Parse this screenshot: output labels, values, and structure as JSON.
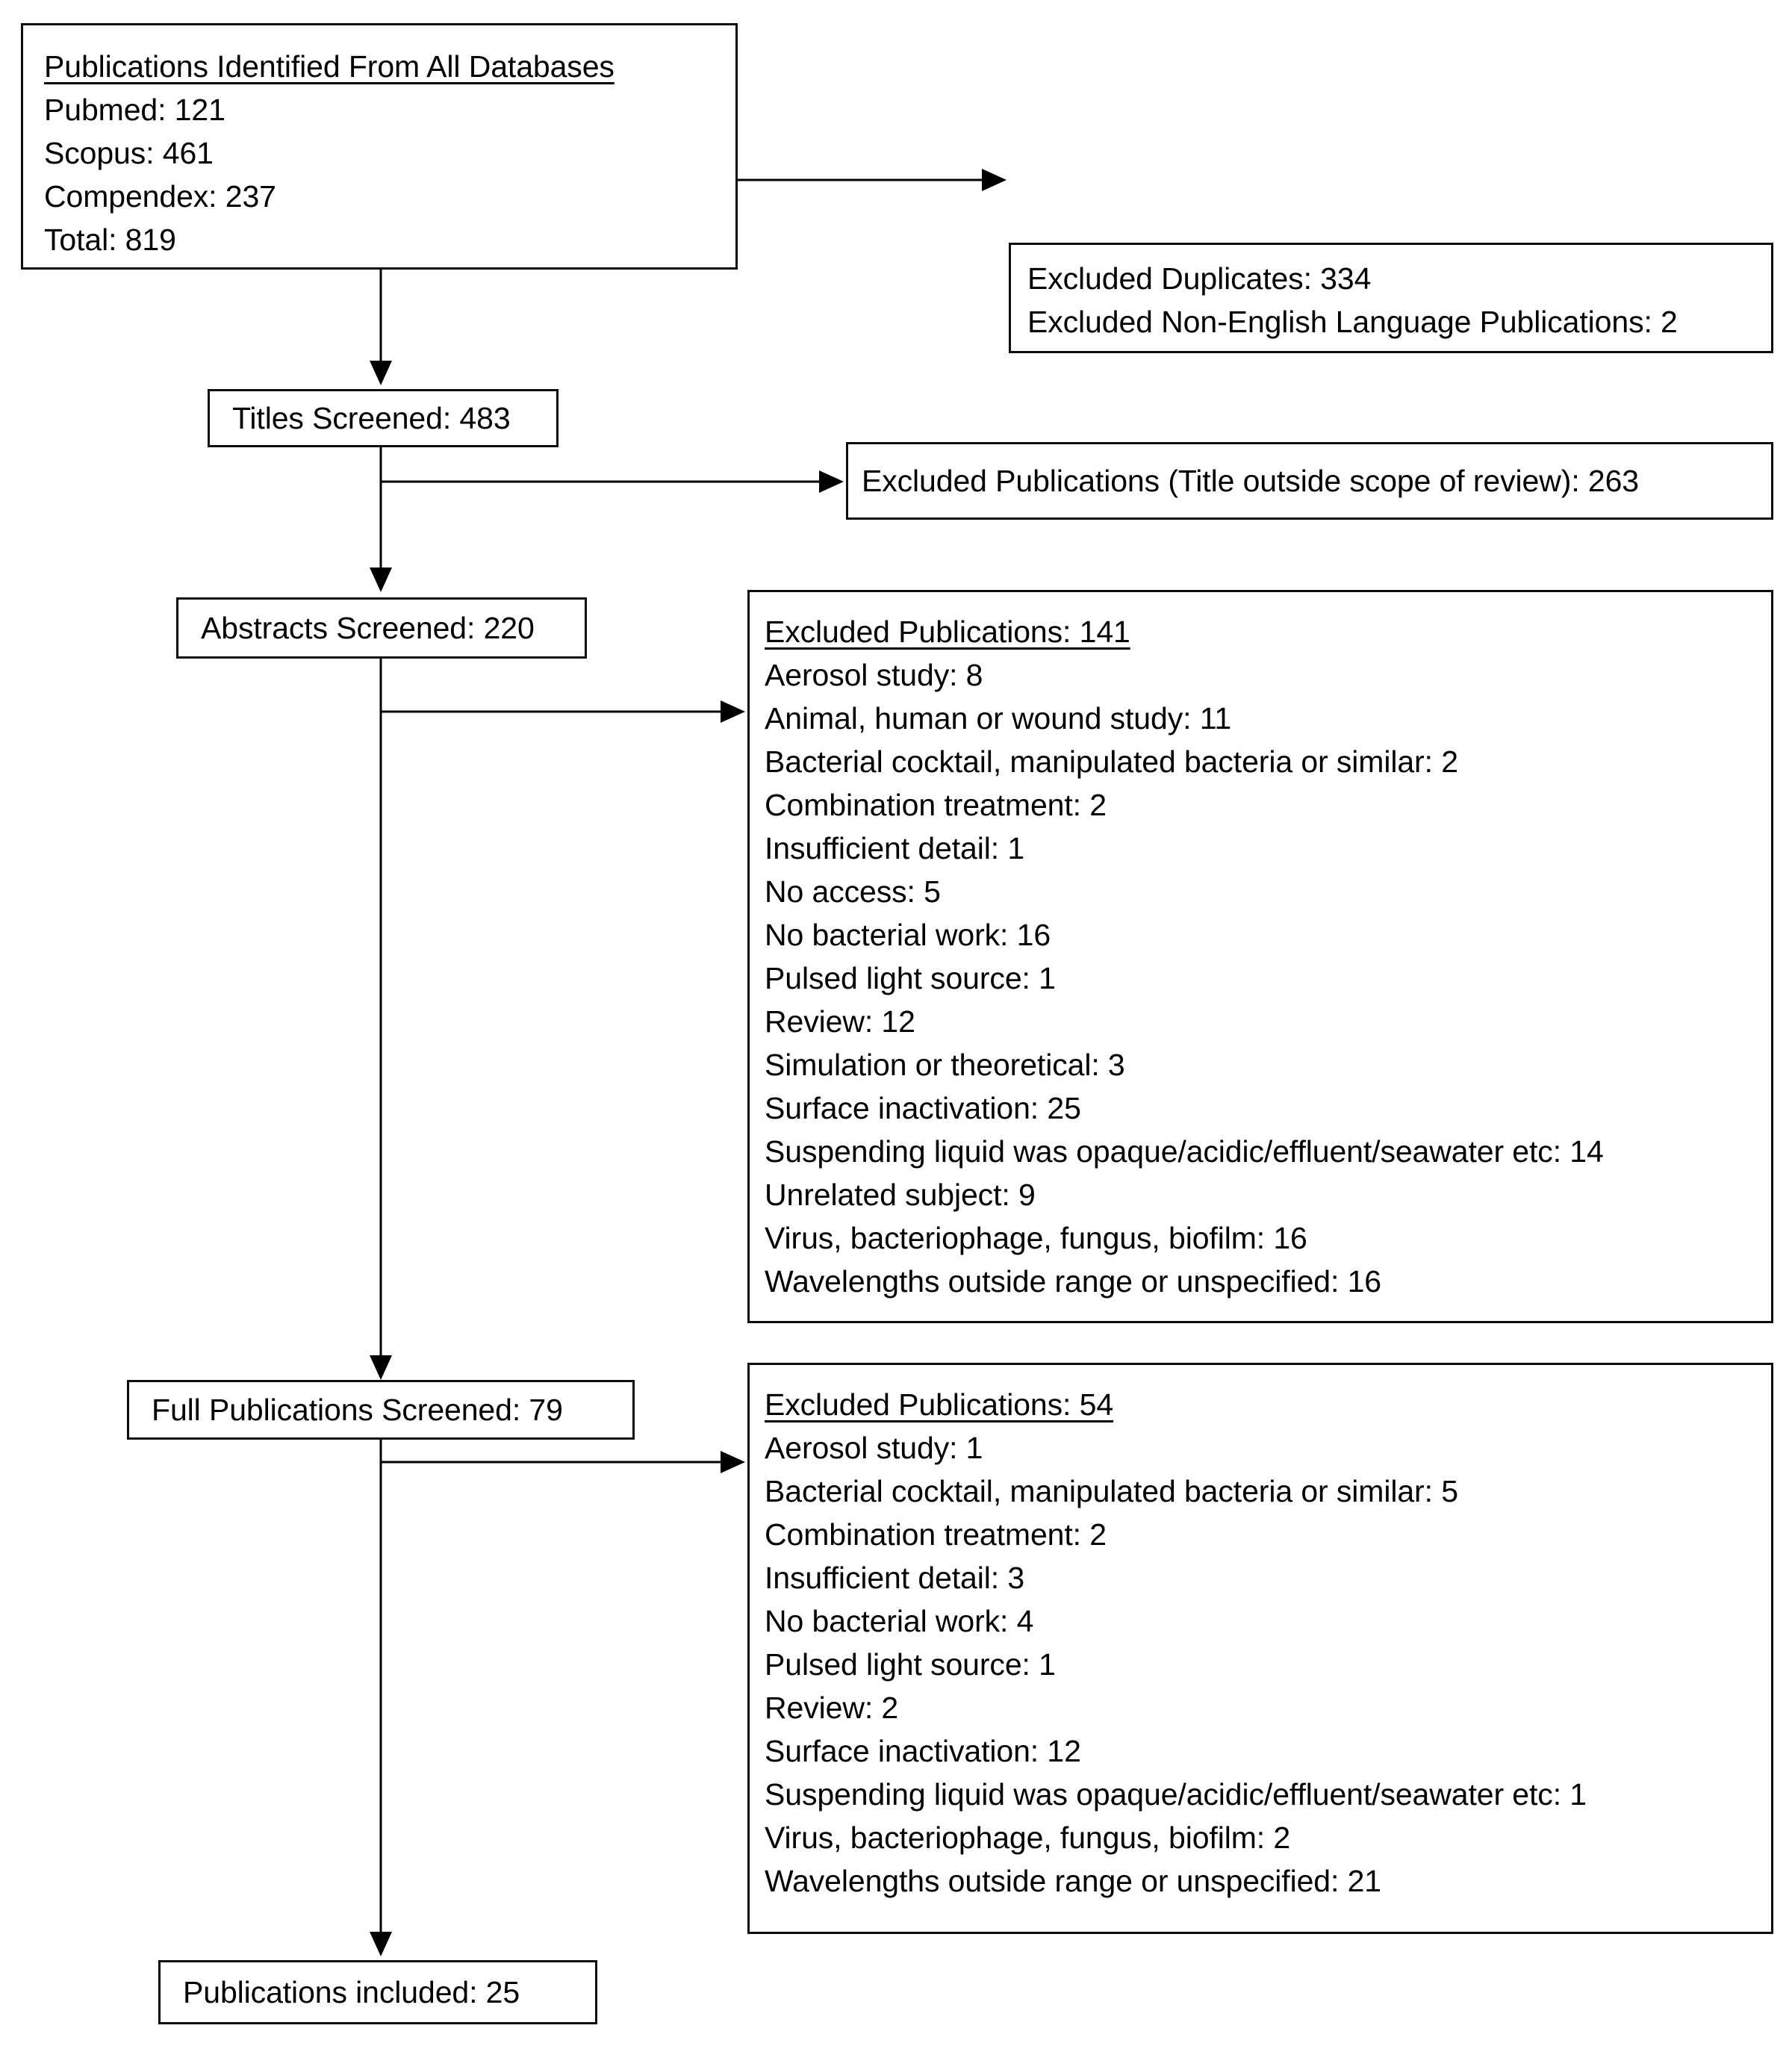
{
  "diagram": {
    "type": "prisma-flow-diagram",
    "nodes": {
      "identification": {
        "heading": "Publications Identified From All Databases",
        "lines": [
          "Pubmed: 121",
          "Scopus: 461",
          "Compendex: 237",
          "Total: 819"
        ]
      },
      "excluded_duplicates": {
        "lines": [
          "Excluded Duplicates: 334",
          "Excluded Non-English Language Publications: 2"
        ]
      },
      "titles_screened": {
        "label": "Titles Screened: 483"
      },
      "excluded_titles": {
        "label": "Excluded Publications (Title outside scope of review): 263"
      },
      "abstracts_screened": {
        "label": "Abstracts Screened: 220"
      },
      "excluded_abstracts": {
        "heading": "Excluded Publications: 141",
        "reasons": [
          "Aerosol study: 8",
          "Animal, human or wound study: 11",
          "Bacterial cocktail, manipulated bacteria or similar: 2",
          "Combination treatment: 2",
          "Insufficient detail: 1",
          "No access: 5",
          "No bacterial work: 16",
          "Pulsed light source: 1",
          "Review: 12",
          "Simulation or theoretical: 3",
          "Surface inactivation: 25",
          "Suspending liquid was opaque/acidic/effluent/seawater etc: 14",
          "Unrelated subject: 9",
          "Virus, bacteriophage, fungus, biofilm: 16",
          "Wavelengths outside range or unspecified: 16"
        ]
      },
      "full_publications_screened": {
        "label": "Full Publications Screened: 79"
      },
      "excluded_full": {
        "heading": "Excluded Publications: 54",
        "reasons": [
          "Aerosol study: 1",
          "Bacterial cocktail, manipulated bacteria or similar: 5",
          "Combination treatment: 2",
          "Insufficient detail: 3",
          "No bacterial work: 4",
          "Pulsed light source: 1",
          "Review: 2",
          "Surface inactivation: 12",
          "Suspending liquid was opaque/acidic/effluent/seawater etc: 1",
          "Virus, bacteriophage, fungus, biofilm: 2",
          "Wavelengths outside range or unspecified: 21"
        ]
      },
      "included": {
        "label": "Publications included: 25"
      }
    },
    "colors": {
      "border": "#0d0d0d",
      "text": "#000000",
      "background": "#ffffff",
      "connector": "#000000"
    }
  }
}
